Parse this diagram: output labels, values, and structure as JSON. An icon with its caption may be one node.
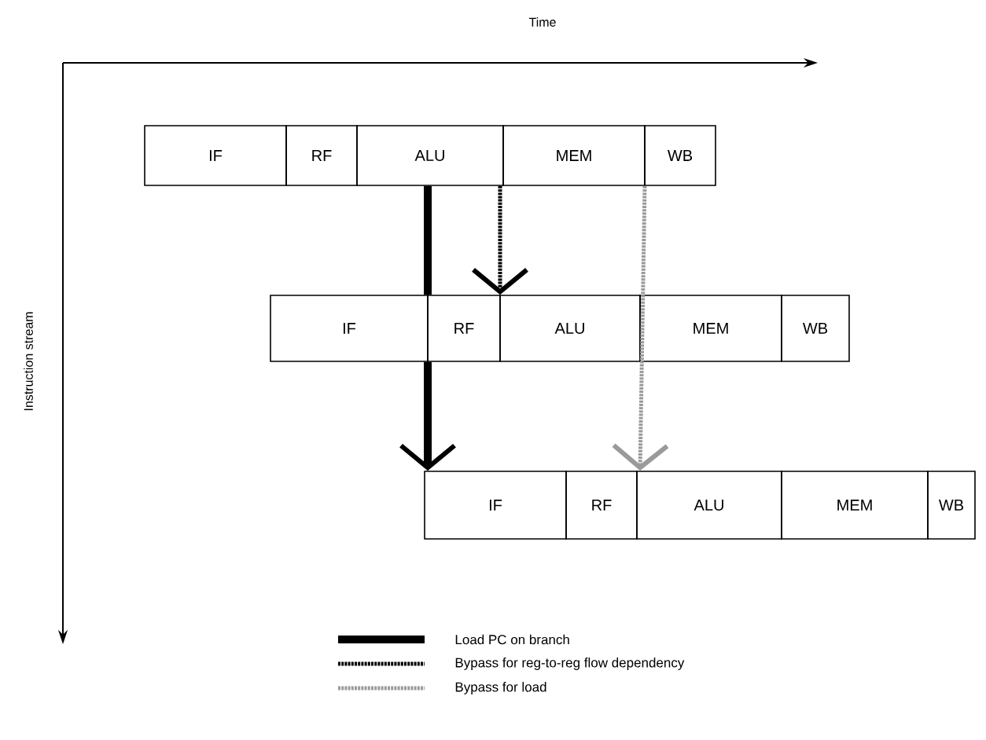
{
  "diagram": {
    "nodes": [
      {
        "text": [
          "IF"
        ]
      },
      {
        "text": [
          "RF"
        ]
      },
      {
        "text": [
          "ALU"
        ]
      },
      {
        "text": [
          "MEM"
        ]
      },
      {
        "text": [
          "WB"
        ]
      },
      {
        "text": [
          "IF"
        ]
      },
      {
        "text": [
          "RF"
        ]
      },
      {
        "text": [
          "ALU"
        ]
      },
      {
        "text": [
          "MEM"
        ]
      },
      {
        "text": [
          "WB"
        ]
      },
      {
        "text": [
          "IF"
        ]
      },
      {
        "text": [
          "RF"
        ]
      },
      {
        "text": [
          "ALU"
        ]
      },
      {
        "text": [
          "MEM"
        ]
      },
      {
        "text": [
          "WB"
        ]
      }
    ],
    "edges": [
      {
        "from": 2,
        "to": 5,
        "arrow": "none",
        "style": "thick"
      },
      {
        "from": 2,
        "to": 7,
        "arrow": "to",
        "style": "dashed"
      },
      {
        "from": 3,
        "to": 12,
        "arrow": "to",
        "style": "dashed",
        "color": "#9a9a9a"
      },
      {
        "from": 5,
        "to": 10,
        "arrow": "to",
        "style": "thick"
      }
    ],
    "labels": [
      "Time",
      "Instruction stream"
    ],
    "legend": [
      {
        "text": "Load PC on branch"
      },
      {
        "text": "Bypass for reg-to-reg flow dependency"
      },
      {
        "text": "Bypass for load"
      }
    ]
  }
}
